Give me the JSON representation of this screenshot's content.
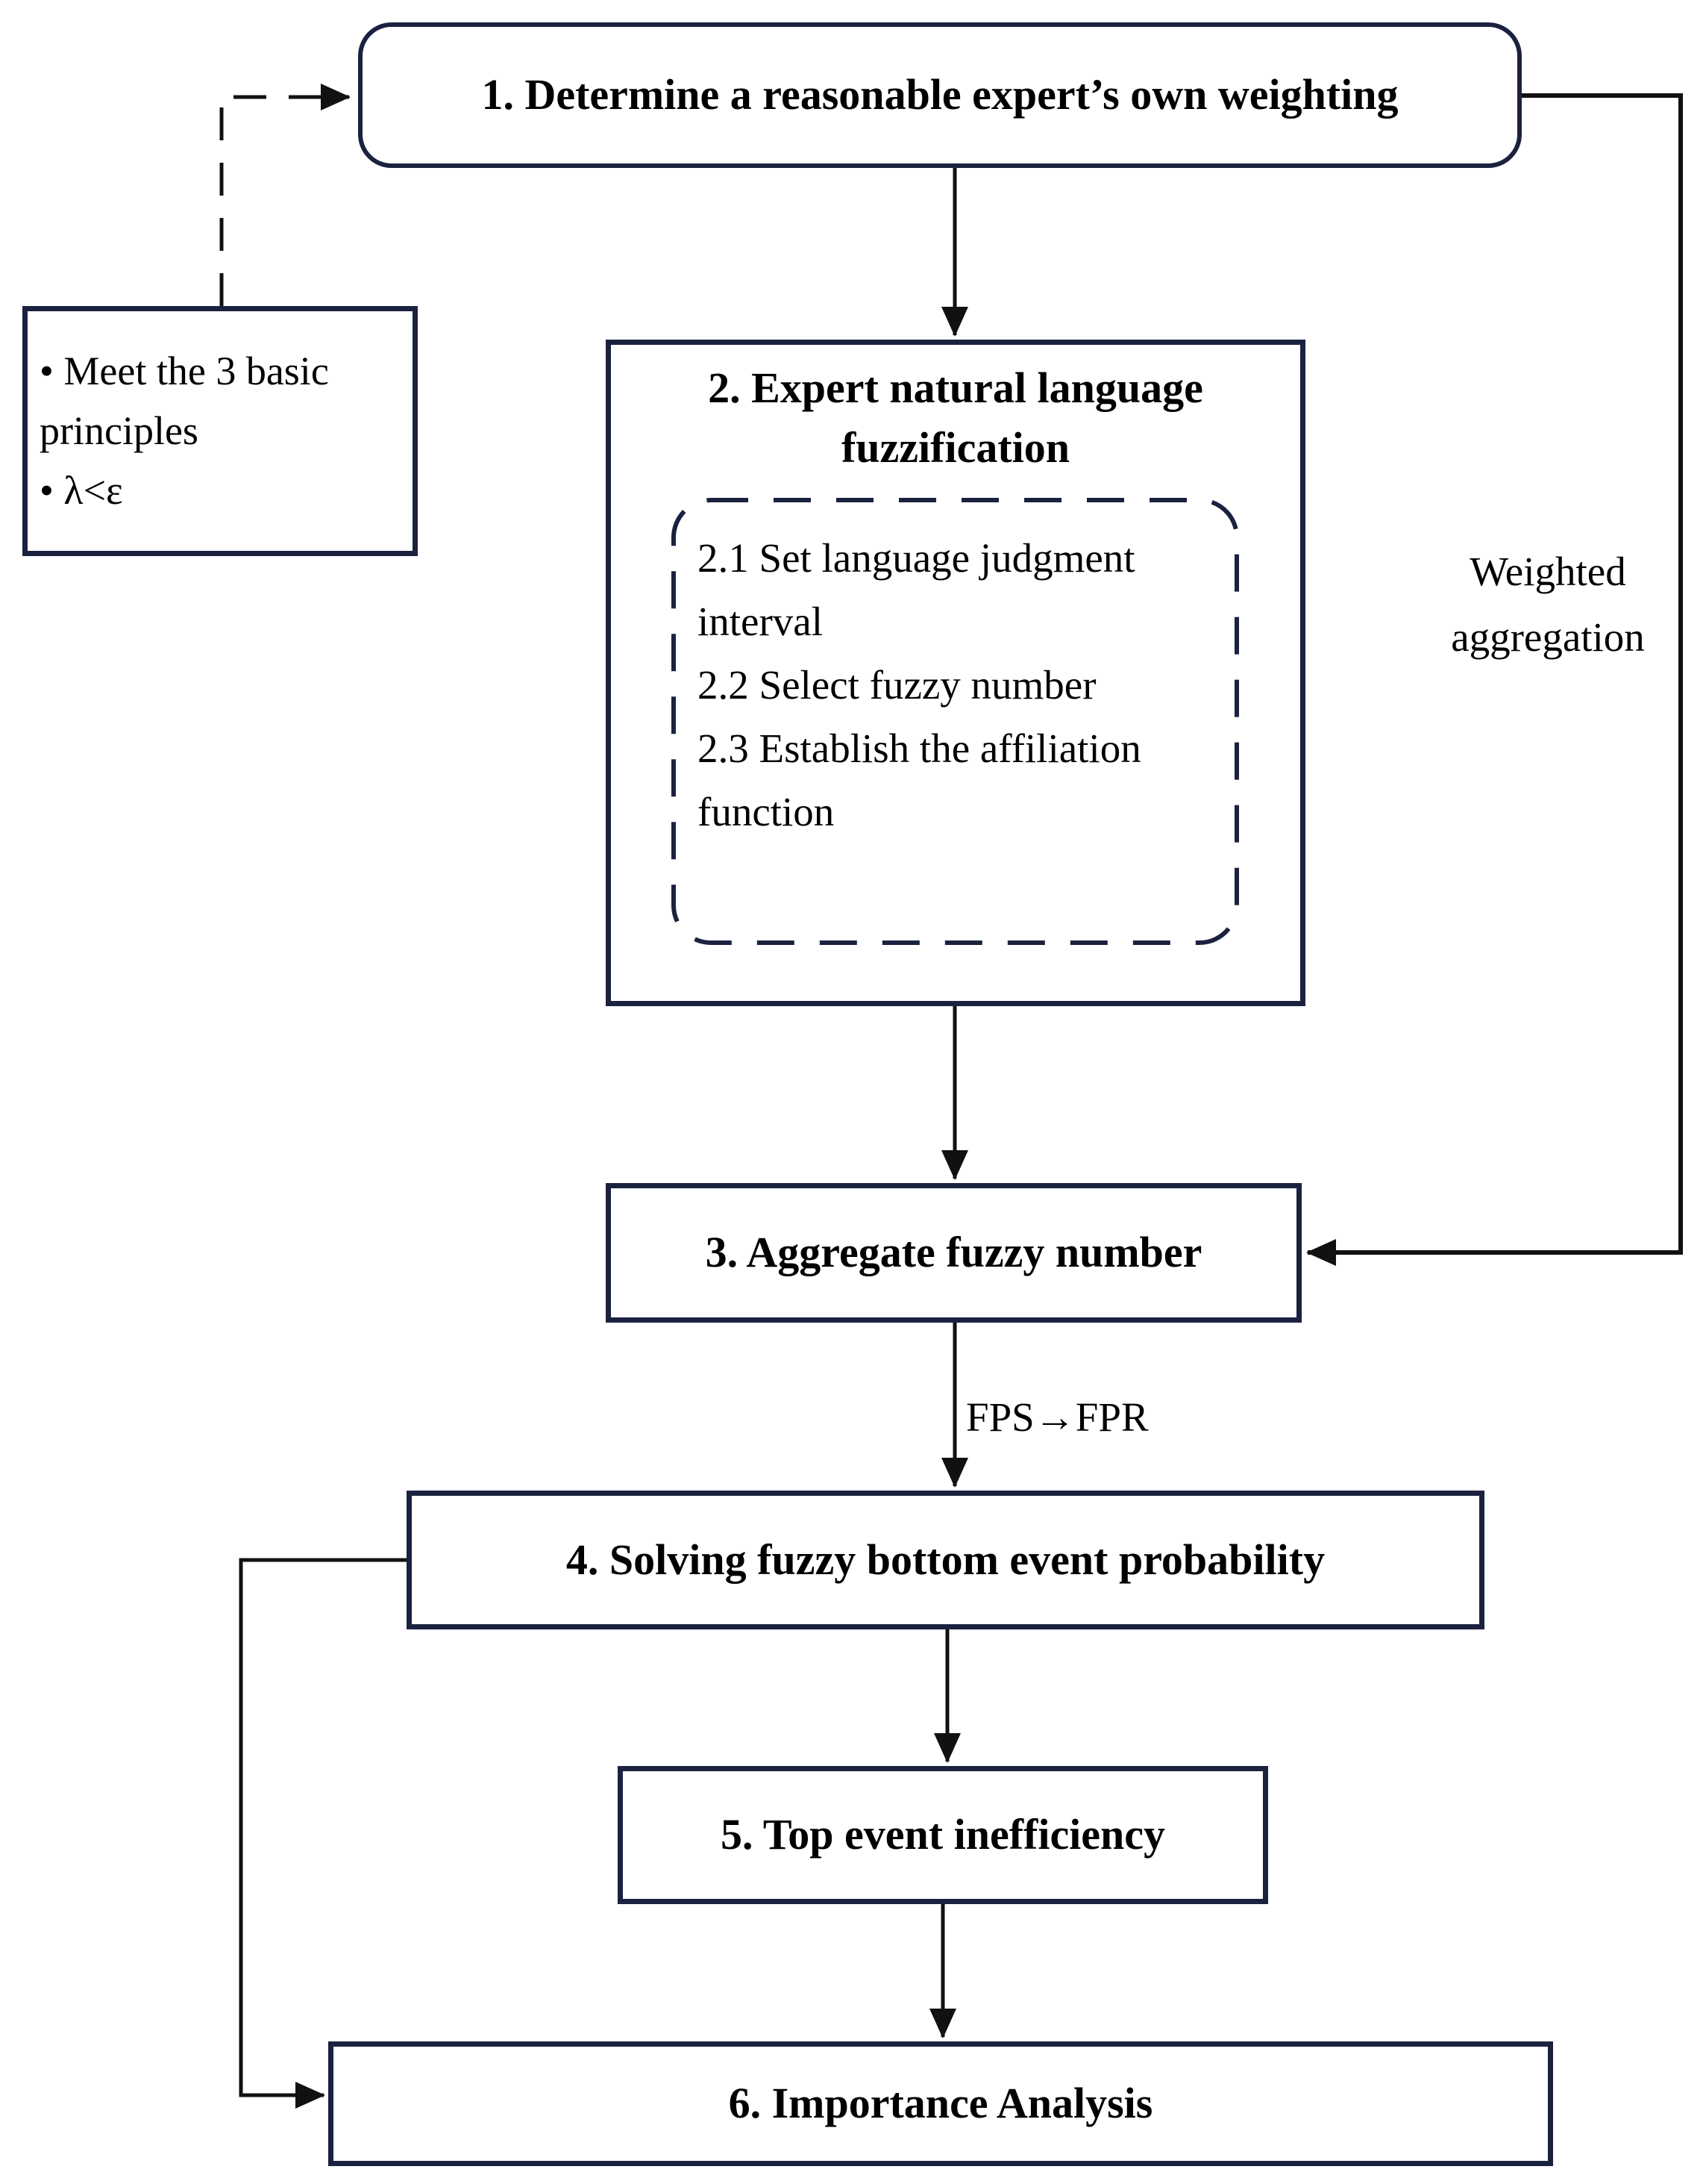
{
  "diagram": {
    "steps": {
      "step1": {
        "label": "1. Determine a reasonable expert’s own weighting"
      },
      "step2": {
        "title": "2. Expert natural language fuzzification",
        "substeps": [
          "2.1 Set language judgment interval",
          "2.2 Select fuzzy number",
          "2.3 Establish the affiliation function"
        ]
      },
      "step3": {
        "label": "3. Aggregate fuzzy number"
      },
      "step4": {
        "label": "4. Solving fuzzy bottom event probability"
      },
      "step5": {
        "label": "5. Top event inefficiency"
      },
      "step6": {
        "label": "6. Importance Analysis"
      }
    },
    "note": {
      "items": [
        "• Meet the 3 basic principles",
        "• λ<ε"
      ]
    },
    "edge_labels": {
      "weighted_aggregation": "Weighted aggregation",
      "fps_fpr": "FPS→FPR"
    },
    "colors": {
      "border": "#1b2240",
      "line": "#111111",
      "text": "#000000",
      "background": "#ffffff"
    }
  }
}
